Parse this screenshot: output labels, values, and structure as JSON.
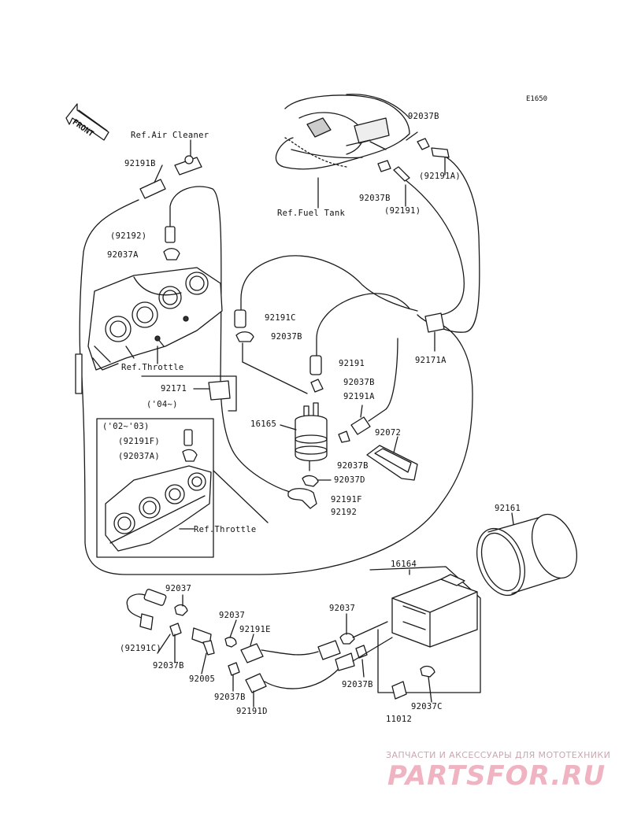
{
  "diagram_code": "E1650",
  "front_label": "FRONT",
  "labels": {
    "ref_air_cleaner": "Ref.Air Cleaner",
    "p92191B": "92191B",
    "p92192_paren": "(92192)",
    "p92037A": "92037A",
    "ref_throttle_1": "Ref.Throttle",
    "p92171": "92171",
    "y04": "('04~)",
    "y02_03": "('02~'03)",
    "p92191F_paren": "(92191F)",
    "p92037A_paren": "(92037A)",
    "ref_throttle_2": "Ref.Throttle",
    "p92037B_top": "92037B",
    "p92191A_paren": "(92191A)",
    "p92037B_tank": "92037B",
    "p92191_paren": "(92191)",
    "ref_fuel_tank": "Ref.Fuel Tank",
    "p92191C_upper": "92191C",
    "p92037B_upper": "92037B",
    "p92171A": "92171A",
    "p92191_mid": "92191",
    "p92037B_mid": "92037B",
    "p92191A_mid": "92191A",
    "p16165": "16165",
    "p92072": "92072",
    "p92037B_filter": "92037B",
    "p92037D": "92037D",
    "p92191F": "92191F",
    "p92192": "92192",
    "p92161": "92161",
    "p16164": "16164",
    "p92037_left": "92037",
    "p92191C_lower": "(92191C)",
    "p92037B_left": "92037B",
    "p92037_center": "92037",
    "p92191E": "92191E",
    "p92005": "92005",
    "p92037B_center": "92037B",
    "p92191D": "92191D",
    "p92037_right": "92037",
    "p92037B_right": "92037B",
    "p92037C": "92037C",
    "p11012": "11012"
  },
  "watermark": {
    "line1": "ЗАПЧАСТИ И АКСЕССУАРЫ ДЛЯ МОТОТЕХНИКИ",
    "line2": "PARTSFOR.RU",
    "color": "#efb3c2"
  }
}
